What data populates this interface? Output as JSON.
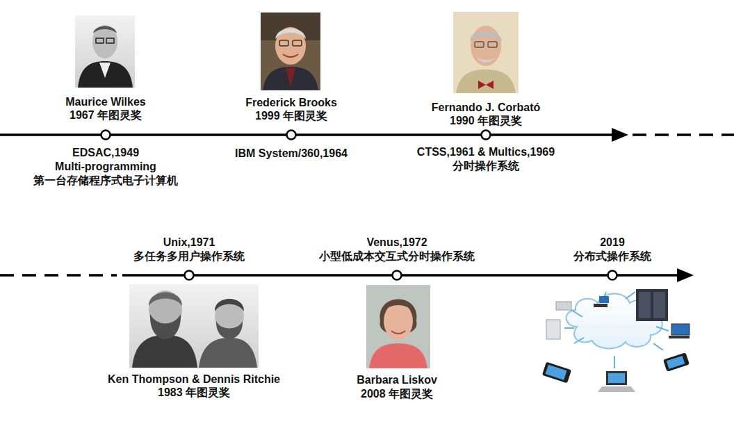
{
  "diagram": {
    "labels": [
      "Maurice Wilkes",
      "1967 年图灵奖",
      "EDSAC,1949",
      "Multi-programming",
      "第一台存储程序式电子计算机",
      "Frederick Brooks",
      "1999 年图灵奖",
      "IBM System/360,1964",
      "Fernando J. Corbató",
      "1990 年图灵奖",
      "CTSS,1961 & Multics,1969",
      "分时操作系统",
      "Unix,1971",
      "多任务多用户操作系统",
      "Ken Thompson & Dennis Ritchie",
      "1983 年图灵奖",
      "Venus,1972",
      "小型低成本交互式分时操作系统",
      "Barbara Liskov",
      "2008 年图灵奖",
      "2019",
      "分布式操作系统"
    ]
  }
}
